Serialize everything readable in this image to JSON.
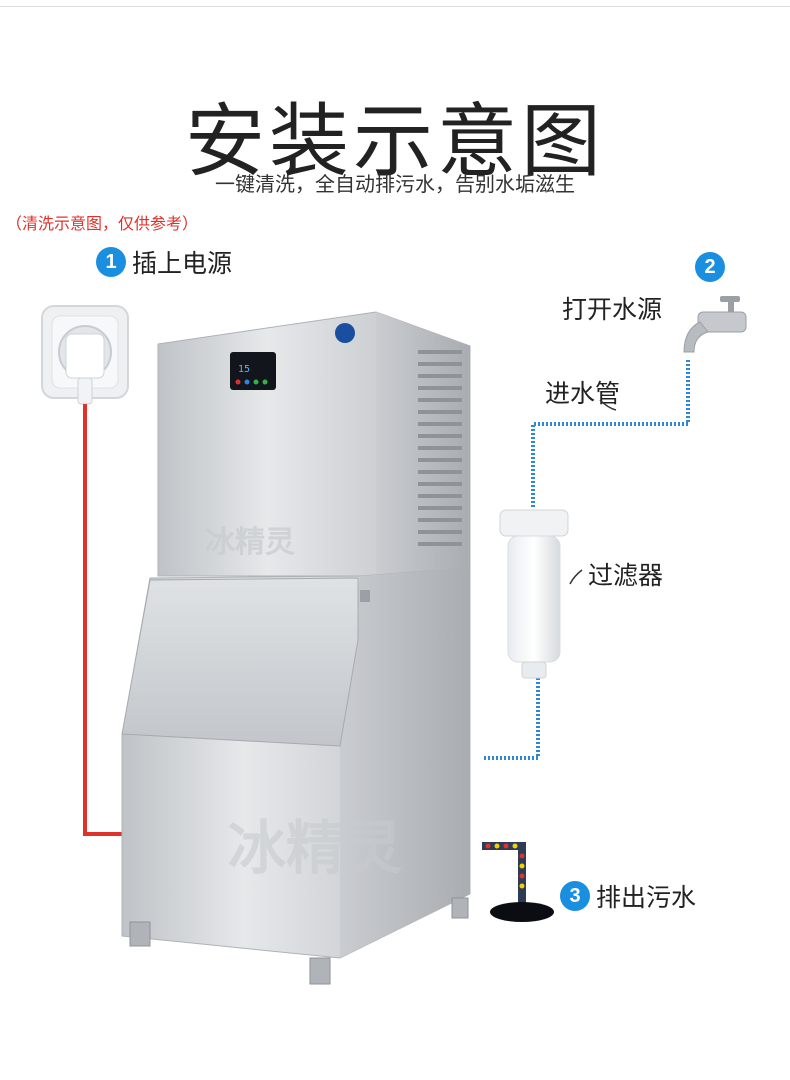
{
  "title": "安装示意图",
  "subtitle": "一键清洗，全自动排污水，告别水垢滋生",
  "note": "（清洗示意图，仅供参考）",
  "steps": {
    "power": {
      "number": "1",
      "label": "插上电源"
    },
    "water": {
      "number": "2",
      "label": "打开水源"
    },
    "drain": {
      "number": "3",
      "label": "排出污水"
    }
  },
  "labels": {
    "inlet_pipe": "进水管",
    "filter": "过滤器"
  },
  "machine": {
    "watermark": "冰精灵",
    "logo_text": "冰精灵",
    "panel_display": "15"
  },
  "colors": {
    "accent": "#1a8fe0",
    "power_cord": "#e0312b",
    "water_pipe": "#2d86d8"
  }
}
